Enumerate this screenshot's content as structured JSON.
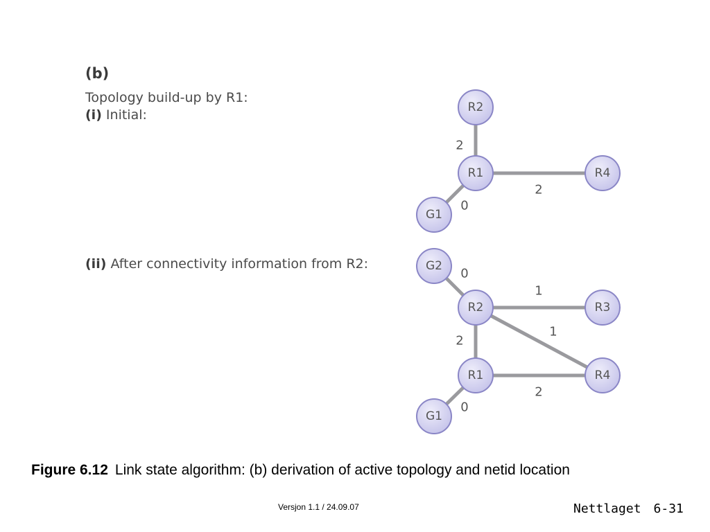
{
  "heading": {
    "part_label": "(b)",
    "topology_title": "Topology build-up by R1:",
    "step_i_marker": "(i)",
    "step_i_text": " Initial:",
    "step_ii_marker": "(ii)",
    "step_ii_text": " After connectivity information from R2:"
  },
  "colors": {
    "edge": "#9a9a9e",
    "node_fill_light": "#eeedfa",
    "node_fill_dark": "#c5c3ea",
    "node_stroke": "#8a86c6"
  },
  "diagram_i": {
    "nodes": [
      {
        "id": "R2",
        "label": "R2"
      },
      {
        "id": "R1",
        "label": "R1"
      },
      {
        "id": "R4",
        "label": "R4"
      },
      {
        "id": "G1",
        "label": "G1"
      }
    ],
    "edges": [
      {
        "from": "R1",
        "to": "R2",
        "weight": "2"
      },
      {
        "from": "R1",
        "to": "R4",
        "weight": "2"
      },
      {
        "from": "R1",
        "to": "G1",
        "weight": "0"
      }
    ]
  },
  "diagram_ii": {
    "nodes": [
      {
        "id": "G2",
        "label": "G2"
      },
      {
        "id": "R2",
        "label": "R2"
      },
      {
        "id": "R3",
        "label": "R3"
      },
      {
        "id": "R1",
        "label": "R1"
      },
      {
        "id": "R4",
        "label": "R4"
      },
      {
        "id": "G1",
        "label": "G1"
      }
    ],
    "edges": [
      {
        "from": "R2",
        "to": "G2",
        "weight": "0"
      },
      {
        "from": "R2",
        "to": "R3",
        "weight": "1"
      },
      {
        "from": "R2",
        "to": "R4",
        "weight": "1"
      },
      {
        "from": "R2",
        "to": "R1",
        "weight": "2"
      },
      {
        "from": "R1",
        "to": "R4",
        "weight": "2"
      },
      {
        "from": "R1",
        "to": "G1",
        "weight": "0"
      }
    ]
  },
  "caption": {
    "number": "Figure 6.12",
    "text": "Link state algorithm: (b) derivation of active topology and netid location"
  },
  "footer": {
    "version": "Versjon 1.1 / 24.09.07",
    "section": "Nettlaget",
    "page": "6-31"
  }
}
